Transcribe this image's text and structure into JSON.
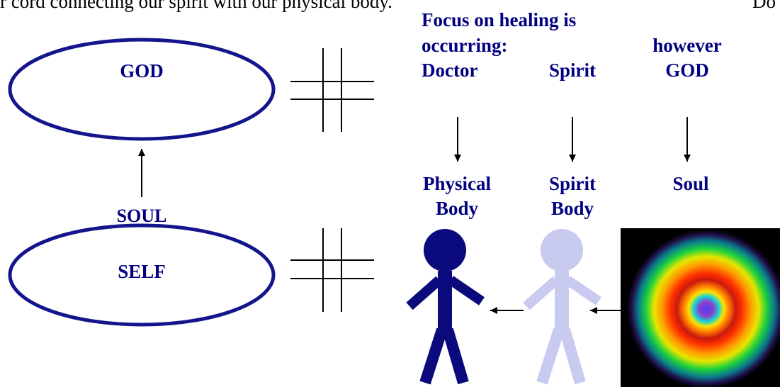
{
  "header": {
    "top_line": "r cord connecting our spirit with our physical body.",
    "top_right_fragment": "Do"
  },
  "diagram": {
    "god_label": "GOD",
    "self_label": "SELF",
    "soul_label": "SOUL",
    "focus_heading_1": "Focus on healing is",
    "focus_heading_2": "occurring:",
    "however_label": "however",
    "col_doctor": "Doctor",
    "col_spirit": "Spirit",
    "col_god": "GOD",
    "target_physical_1": "Physical",
    "target_physical_2": "Body",
    "target_spirit_1": "Spirit",
    "target_spirit_2": "Body",
    "target_soul": "Soul"
  },
  "colors": {
    "ellipse_stroke": "#14148c",
    "label_text": "#000080",
    "physical_figure": "#0a0a7c",
    "spirit_figure": "#c8caf0",
    "aura_background": "#000000"
  },
  "icons": [
    "not-equal-symbol-icon",
    "up-arrow-icon",
    "down-arrow-icon",
    "left-arrow-icon",
    "stick-figure-icon",
    "aura-icon"
  ]
}
